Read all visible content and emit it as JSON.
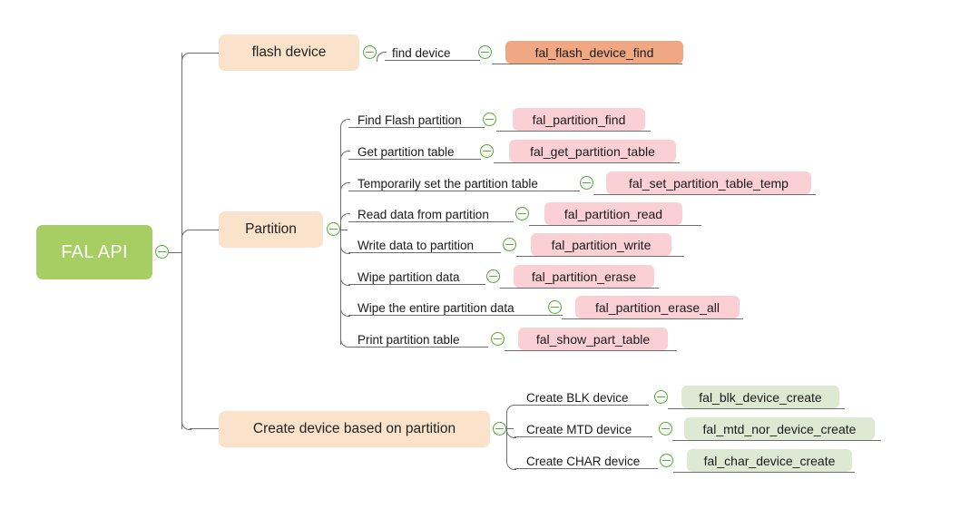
{
  "diagram": {
    "type": "mindmap",
    "root": {
      "label": "FAL API",
      "color": "#a6ce63"
    },
    "branches": [
      {
        "label": "flash device",
        "color": "#fbe3cb",
        "badge_color": "#f0a882",
        "children": [
          {
            "label": "find device",
            "badge": "fal_flash_device_find"
          }
        ]
      },
      {
        "label": "Partition",
        "color": "#fbe3cb",
        "badge_color": "#fbd0d5",
        "children": [
          {
            "label": "Find Flash partition",
            "badge": "fal_partition_find"
          },
          {
            "label": "Get partition table",
            "badge": "fal_get_partition_table"
          },
          {
            "label": "Temporarily set the partition table",
            "badge": "fal_set_partition_table_temp"
          },
          {
            "label": "Read data from partition",
            "badge": "fal_partition_read"
          },
          {
            "label": "Write data to partition",
            "badge": "fal_partition_write"
          },
          {
            "label": "Wipe partition data",
            "badge": "fal_partition_erase"
          },
          {
            "label": "Wipe the entire partition data",
            "badge": "fal_partition_erase_all"
          },
          {
            "label": "Print partition table",
            "badge": "fal_show_part_table"
          }
        ]
      },
      {
        "label": "Create device based on partition",
        "color": "#fbe3cb",
        "badge_color": "#dde9d3",
        "children": [
          {
            "label": "Create BLK device",
            "badge": "fal_blk_device_create"
          },
          {
            "label": "Create MTD device",
            "badge": "fal_mtd_nor_device_create"
          },
          {
            "label": "Create CHAR device",
            "badge": "fal_char_device_create"
          }
        ]
      }
    ],
    "toggle_icon": "collapse-minus-icon"
  }
}
